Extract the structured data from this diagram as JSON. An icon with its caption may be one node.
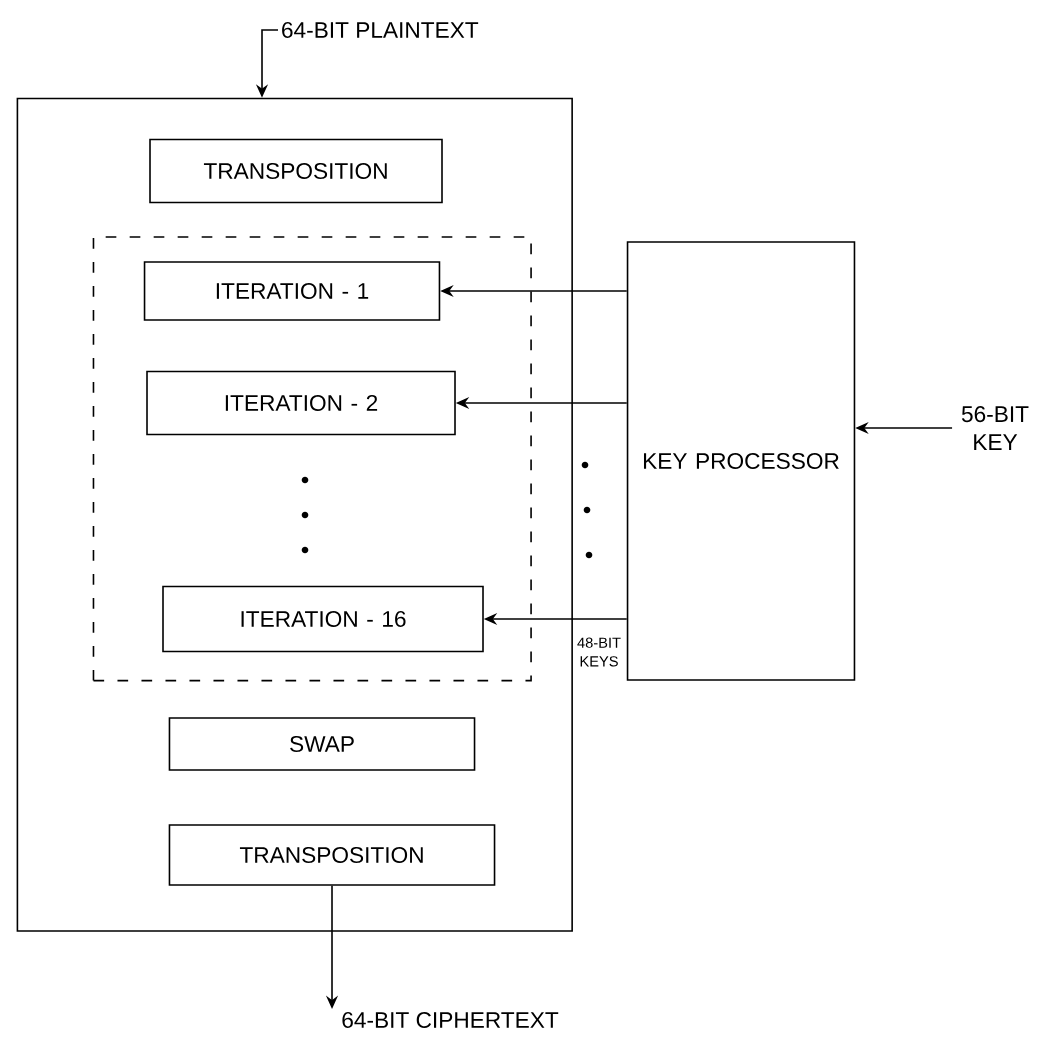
{
  "diagram": {
    "nodes": [
      {
        "text": [],
        "shape": "box"
      },
      {
        "text": [
          "TRANSPOSITION"
        ],
        "in": 0
      },
      {
        "text": [],
        "shape": "box",
        "in": 0
      },
      {
        "text": [
          "ITERATION - 1"
        ],
        "in": 2
      },
      {
        "text": [
          "ITERATION - 2"
        ],
        "in": 2
      },
      {
        "text": [
          "ITERATION - 16"
        ],
        "in": 2
      },
      {
        "text": [
          "SWAP"
        ],
        "in": 0
      },
      {
        "text": [
          "TRANSPOSITION"
        ],
        "in": 0
      },
      {
        "text": [
          "KEY PROCESSOR"
        ]
      },
      {
        "text": [
          "64-BIT PLAINTEXT"
        ]
      },
      {
        "text": [
          "64-BIT CIPHERTEXT"
        ]
      },
      {
        "text": [
          "56-BIT KEY"
        ]
      }
    ],
    "edges": [
      {
        "from": 9,
        "to": 0,
        "arrow": "to"
      },
      {
        "from": 8,
        "to": 3,
        "arrow": "to"
      },
      {
        "from": 8,
        "to": 4,
        "arrow": "to"
      },
      {
        "from": 8,
        "to": 5,
        "arrow": "to"
      },
      {
        "from": 11,
        "to": 8,
        "arrow": "to"
      },
      {
        "from": 7,
        "to": 10,
        "arrow": "to"
      }
    ],
    "labels": [
      "48-BIT KEYS"
    ]
  }
}
